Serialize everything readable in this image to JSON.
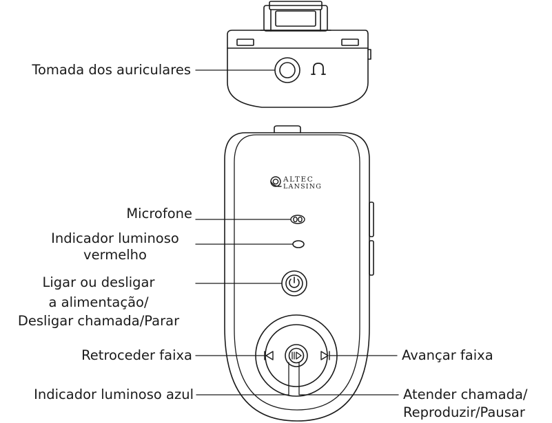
{
  "labels": {
    "headphone_jack": "Tomada dos auriculares",
    "microphone": "Microfone",
    "red_led_line1": "Indicador luminoso",
    "red_led_line2": "vermelho",
    "power_line1": "Ligar ou desligar",
    "power_line2": "a alimentação/",
    "power_line3": "Desligar chamada/Parar",
    "prev_track": "Retroceder faixa",
    "next_track": "Avançar faixa",
    "blue_led": "Indicador luminoso azul",
    "answer_line1": "Atender chamada/",
    "answer_line2": "Reproduzir/Pausar"
  },
  "brand": {
    "line1": "ALTEC",
    "line2": "LANSING"
  },
  "icons": {
    "headphone_symbol": "headphone-icon",
    "power_symbol": "power-icon",
    "prev_symbol": "skip-back-icon",
    "next_symbol": "skip-forward-icon",
    "play_pause_symbol": "play-pause-icon",
    "brand_logo": "altec-lansing-logo-icon"
  },
  "colors": {
    "stroke": "#1a1a1a",
    "background": "#ffffff"
  }
}
